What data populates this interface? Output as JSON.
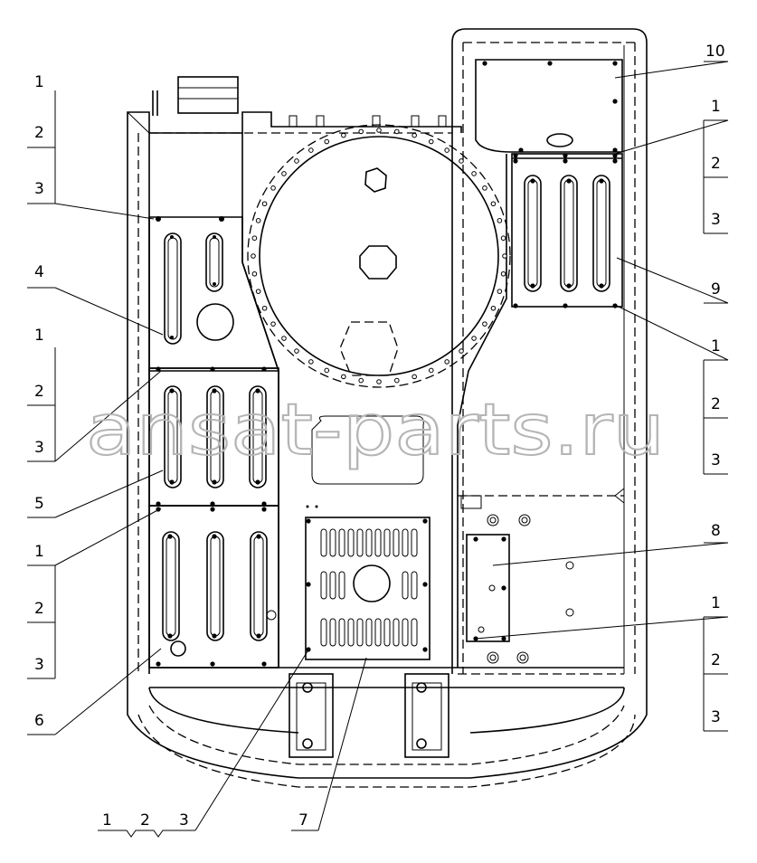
{
  "watermark": "ansat-parts.ru",
  "callouts": {
    "left_1a": "1",
    "left_2a": "2",
    "left_3a": "3",
    "left_3b": "3",
    "left_4": "4",
    "left_1c": "1",
    "left_2c": "2",
    "left_3c": "3",
    "left_5": "5",
    "left_1d": "1",
    "left_2d": "2",
    "left_3d": "3",
    "left_6": "6",
    "bottom_1": "1",
    "bottom_2": "2",
    "bottom_3": "3",
    "bottom_7": "7",
    "right_10": "10",
    "right_1a": "1",
    "right_2a": "2",
    "right_3a": "3",
    "right_9": "9",
    "right_1b": "1",
    "right_2b": "2",
    "right_3b": "3",
    "right_8": "8",
    "right_1c": "1",
    "right_2c": "2",
    "right_3c": "3"
  }
}
